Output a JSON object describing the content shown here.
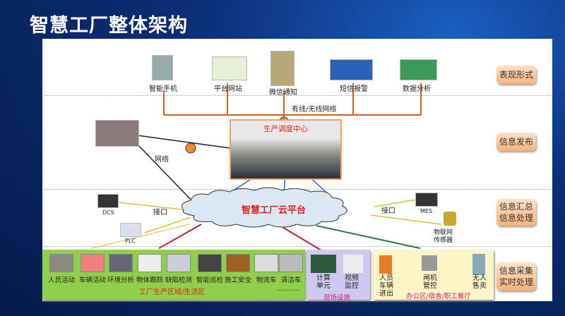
{
  "title": "智慧工厂整体架构",
  "layers": [
    "表现形式",
    "信息发布",
    "信息汇总\n信息处理",
    "信息采集\n实时处理"
  ],
  "layer_labels": {
    "l1": "表现形式",
    "l2": "信息发布",
    "l3a": "信息汇总",
    "l3b": "信息处理",
    "l4a": "信息采集",
    "l4b": "实时处理"
  },
  "presentation": [
    "智能手机",
    "平台网站",
    "微信通知",
    "短信报警",
    "数据分析"
  ],
  "network_wired": "有线/无线网络",
  "dispatch_center": "生产调度中心",
  "network": "网络",
  "cloud": "智慧工厂云平台",
  "interface_left": "接口",
  "interface_right": "接口",
  "dcs": "DCS",
  "plc": "PLC",
  "mes": "MES",
  "sensor_a": "物联网",
  "sensor_b": "传感器",
  "factory": {
    "items": [
      "人员活动",
      "车辆活动",
      "环境分析",
      "物体跟踪",
      "缺陷检测",
      "智能巡检",
      "施工安全",
      "物流车",
      "清洁车"
    ],
    "ellipsis": "..........",
    "label": "工厂生产区域/生活区"
  },
  "site": {
    "compute": "计算\n单元",
    "video": "视频\n监控",
    "label": "现场设施"
  },
  "office": {
    "entry": "人员\n车辆\n进出",
    "gate": "闸机\n管控",
    "vending": "无人\n售卖",
    "label": "办公区/宿舍/职工餐厅"
  }
}
